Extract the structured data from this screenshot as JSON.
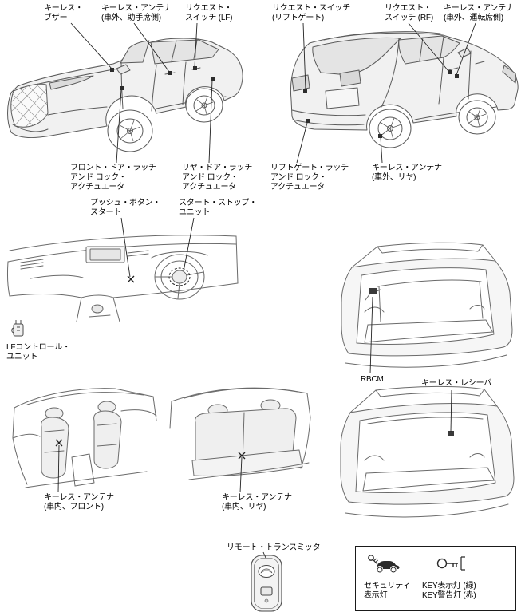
{
  "figure": {
    "description": "keyless entry system component location diagram",
    "line_color": "#555555",
    "text_color": "#000000",
    "background": "#ffffff"
  },
  "callouts": {
    "keyless_buzzer": "キーレス・\nブザー",
    "antenna_out_passenger": "キーレス・アンテナ\n(車外、助手席側)",
    "request_switch_lf": "リクエスト・\nスイッチ (LF)",
    "request_switch_liftgate": "リクエスト・スイッチ\n(リフトゲート)",
    "request_switch_rf": "リクエスト・\nスイッチ (RF)",
    "antenna_out_driver": "キーレス・アンテナ\n(車外、運転席側)",
    "front_door_latch": "フロント・ドア・ラッチ\nアンド ロック・\nアクチュエータ",
    "rear_door_latch": "リヤ・ドア・ラッチ\nアンド ロック・\nアクチュエータ",
    "liftgate_latch": "リフトゲート・ラッチ\nアンド ロック・\nアクチュエータ",
    "antenna_out_rear": "キーレス・アンテナ\n(車外、リヤ)",
    "push_button_start": "プッシュ・ボタン・\nスタート",
    "start_stop_unit": "スタート・ストップ・\nユニット",
    "lf_control_unit": "LFコントロール・\nユニット",
    "rbcm": "RBCM",
    "keyless_receiver": "キーレス・レシーバ",
    "antenna_in_front": "キーレス・アンテナ\n(車内、フロント)",
    "antenna_in_rear": "キーレス・アンテナ\n(車内、リヤ)",
    "remote_transmitter": "リモート・トランスミッタ"
  },
  "legend": {
    "security_indicator": "セキュリティ\n表示灯",
    "key_indicator": "KEY表示灯 (緑)\nKEY警告灯 (赤)"
  }
}
